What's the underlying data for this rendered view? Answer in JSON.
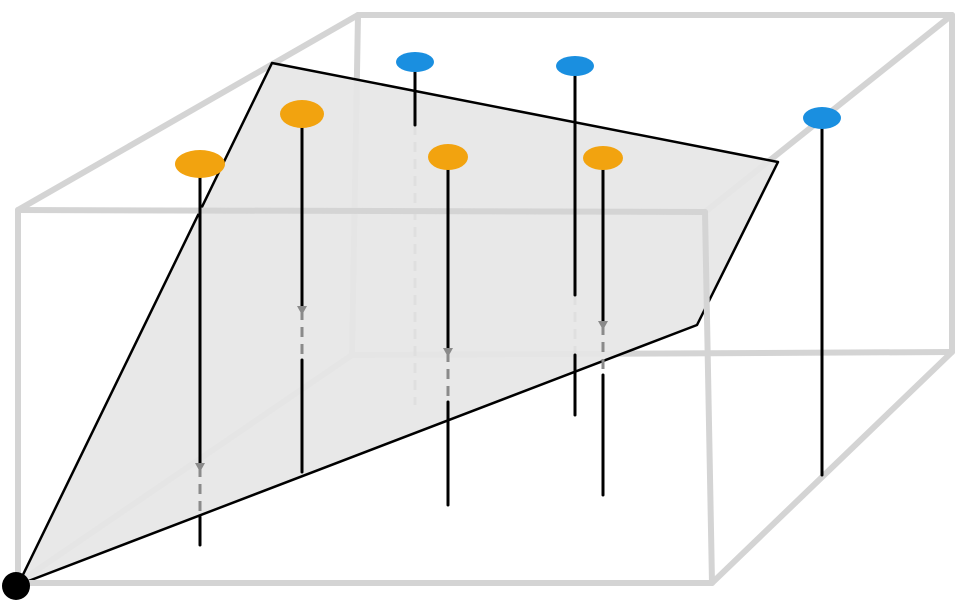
{
  "colors": {
    "box_edge": "#d4d4d4",
    "plane_fill": "#e6e6e6",
    "plane_edge": "#000000",
    "stem": "#000000",
    "hidden_stem": "#8a8a8a",
    "above_point": "#1a8fe0",
    "below_point": "#f2a30f",
    "origin_point": "#000000"
  },
  "points": [
    {
      "group": "below"
    },
    {
      "group": "below"
    },
    {
      "group": "above"
    },
    {
      "group": "below"
    },
    {
      "group": "above"
    },
    {
      "group": "below"
    },
    {
      "group": "above"
    }
  ]
}
